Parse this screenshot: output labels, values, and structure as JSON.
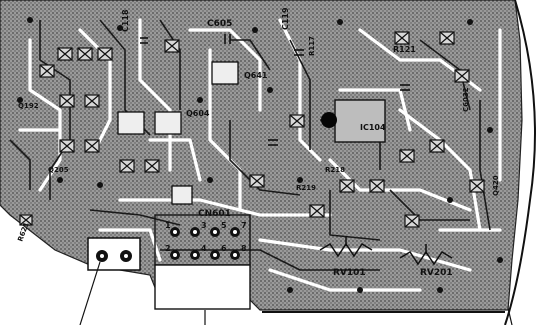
{
  "board": {
    "labels": {
      "c605": "C605",
      "c118": "C118",
      "c119": "C119",
      "q641": "Q641",
      "q604": "Q604",
      "q192": "Q192",
      "q205": "Q205",
      "ic104": "IC104",
      "r121": "R121",
      "r117": "R117",
      "r218": "R218",
      "r219": "R219",
      "r621": "R621",
      "cn601": "CN601",
      "rv101": "RV101",
      "rv201": "RV201",
      "q420": "Q420",
      "c6032": "C6032",
      "pin1": "1",
      "pin3": "3",
      "pin5": "5",
      "pin7": "7",
      "pin2": "2",
      "pin4": "4",
      "pin6": "6",
      "pin8": "8"
    }
  },
  "colors": {
    "copper_fill": "#8a8a8a",
    "copper_dark": "#2a2a2a",
    "trace": "#1a1a1a",
    "pad": "#111111",
    "background": "#ffffff"
  }
}
